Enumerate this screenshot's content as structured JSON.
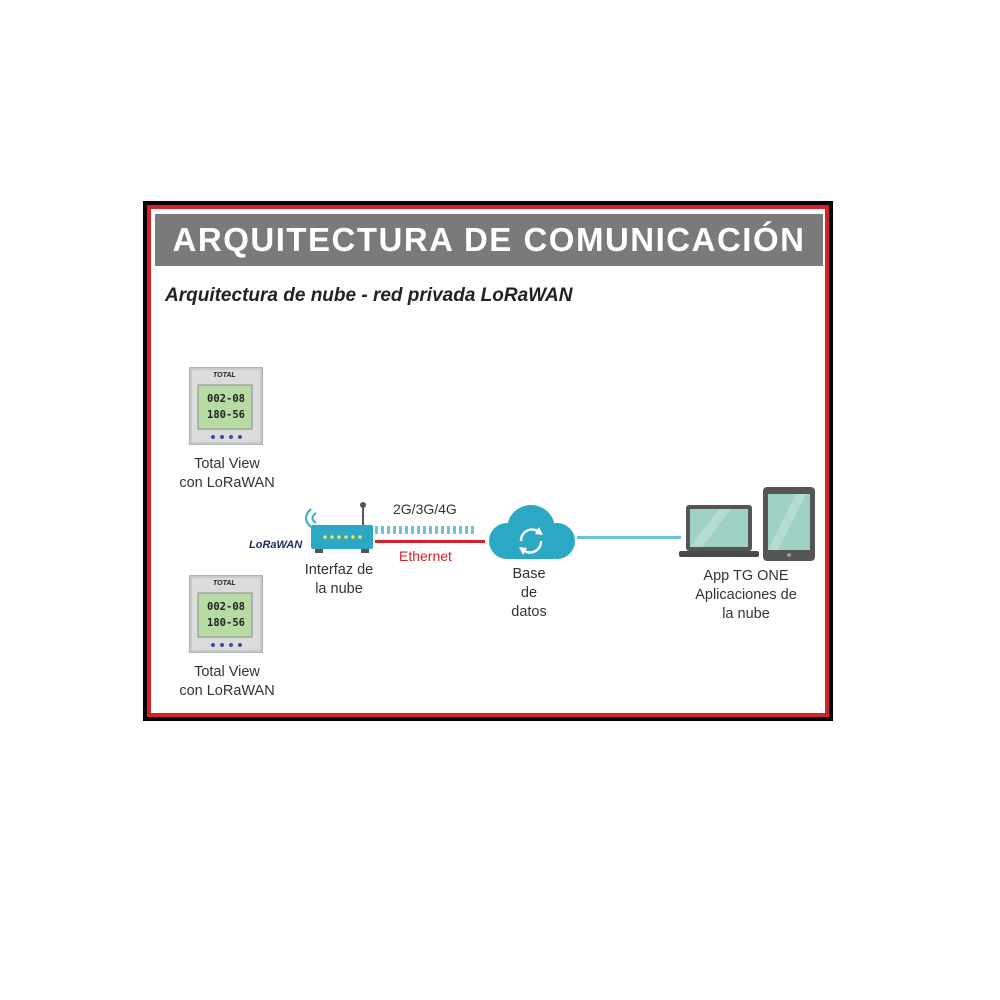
{
  "title": "ARQUITECTURA DE COMUNICACIÓN",
  "subtitle": "Arquitectura de nube - red privada LoRaWAN",
  "meters": [
    {
      "brand": "TOTAL",
      "line1": "002-08",
      "line2": "180-56",
      "caption_line1": "Total View",
      "caption_line2": "con LoRaWAN"
    },
    {
      "brand": "TOTAL",
      "line1": "002-08",
      "line2": "180-56",
      "caption_line1": "Total View",
      "caption_line2": "con LoRaWAN"
    }
  ],
  "lorawan_logo": "LoRaWAN",
  "gateway": {
    "caption_line1": "Interfaz de",
    "caption_line2": "la nube"
  },
  "links": {
    "cellular": "2G/3G/4G",
    "ethernet": "Ethernet"
  },
  "database": {
    "caption_line1": "Base",
    "caption_line2": "de",
    "caption_line3": "datos"
  },
  "app": {
    "caption_line1": "App TG ONE",
    "caption_line2": "Aplicaciones de",
    "caption_line3": "la nube"
  },
  "colors": {
    "red": "#d3222a",
    "teal": "#3fb0c9",
    "gray": "#7a7a7a",
    "screen": "#9fd0c4"
  },
  "icons": [
    "meter-icon",
    "wifi-signal-icon",
    "router-icon",
    "cloud-sync-icon",
    "laptop-icon",
    "tablet-icon"
  ]
}
